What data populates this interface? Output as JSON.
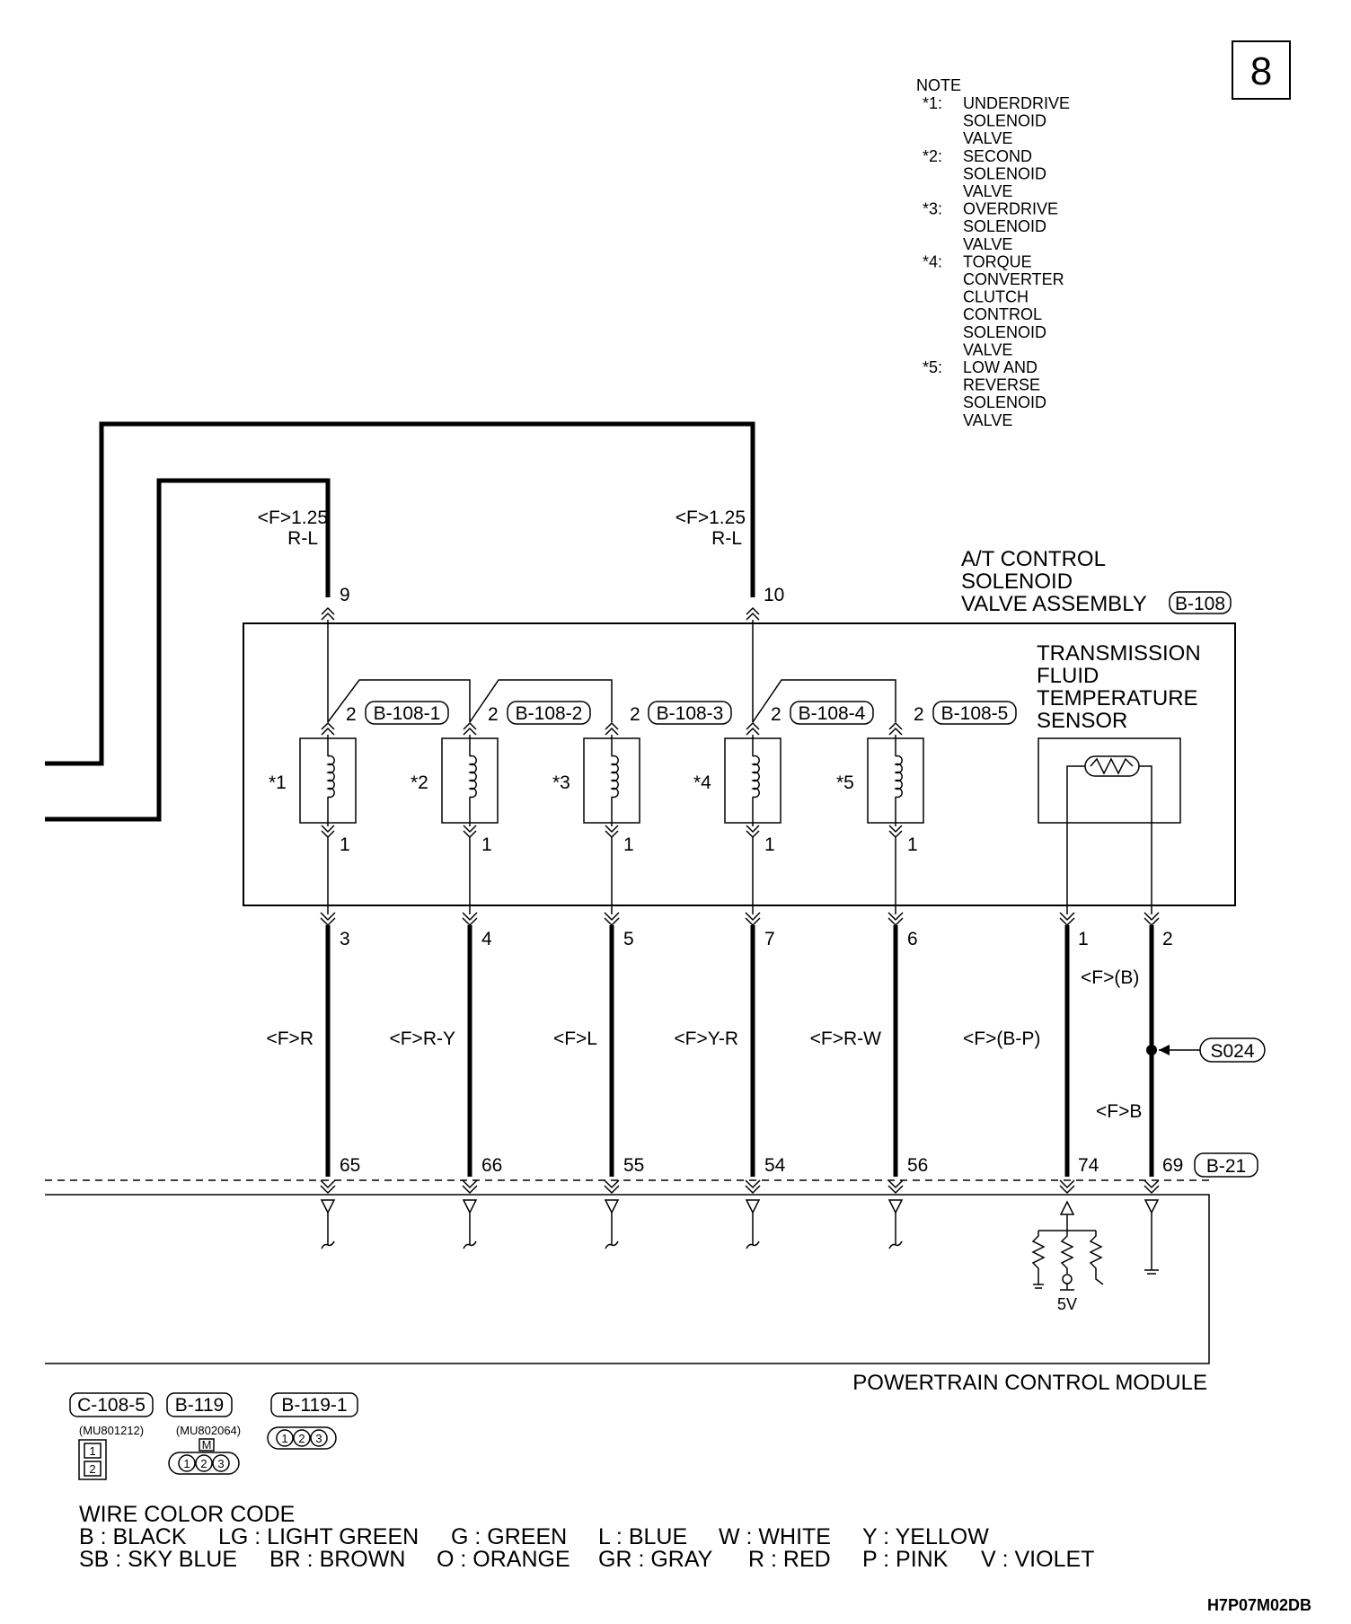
{
  "page_number": "8",
  "note": {
    "title": "NOTE",
    "items": [
      {
        "mark": "*1:",
        "lines": [
          "UNDERDRIVE",
          "SOLENOID",
          "VALVE"
        ]
      },
      {
        "mark": "*2:",
        "lines": [
          "SECOND",
          "SOLENOID",
          "VALVE"
        ]
      },
      {
        "mark": "*3:",
        "lines": [
          "OVERDRIVE",
          "SOLENOID",
          "VALVE"
        ]
      },
      {
        "mark": "*4:",
        "lines": [
          "TORQUE",
          "CONVERTER",
          "CLUTCH",
          "CONTROL",
          "SOLENOID",
          "VALVE"
        ]
      },
      {
        "mark": "*5:",
        "lines": [
          "LOW AND",
          "REVERSE",
          "SOLENOID",
          "VALVE"
        ]
      }
    ]
  },
  "assembly": {
    "title_lines": [
      "A/T CONTROL",
      "SOLENOID",
      "VALVE ASSEMBLY"
    ],
    "connector": "B-108"
  },
  "power_inputs": [
    {
      "wire_line1": "<F>1.25",
      "wire_line2": "R-L",
      "pin": "9"
    },
    {
      "wire_line1": "<F>1.25",
      "wire_line2": "R-L",
      "pin": "10"
    }
  ],
  "solenoids": [
    {
      "mark": "*1",
      "connector": "B-108-1",
      "top_pin": "2",
      "bottom_pin": "1",
      "assy_pin": "3",
      "wire": "<F>R",
      "pcm_pin": "65"
    },
    {
      "mark": "*2",
      "connector": "B-108-2",
      "top_pin": "2",
      "bottom_pin": "1",
      "assy_pin": "4",
      "wire": "<F>R-Y",
      "pcm_pin": "66"
    },
    {
      "mark": "*3",
      "connector": "B-108-3",
      "top_pin": "2",
      "bottom_pin": "1",
      "assy_pin": "5",
      "wire": "<F>L",
      "pcm_pin": "55"
    },
    {
      "mark": "*4",
      "connector": "B-108-4",
      "top_pin": "2",
      "bottom_pin": "1",
      "assy_pin": "7",
      "wire": "<F>Y-R",
      "pcm_pin": "54"
    },
    {
      "mark": "*5",
      "connector": "B-108-5",
      "top_pin": "2",
      "bottom_pin": "1",
      "assy_pin": "6",
      "wire": "<F>R-W",
      "pcm_pin": "56"
    }
  ],
  "temp_sensor": {
    "title_lines": [
      "TRANSMISSION",
      "FLUID",
      "TEMPERATURE",
      "SENSOR"
    ],
    "pin1": "1",
    "pin2": "2",
    "wire1": "<F>(B-P)",
    "wire2_upper": "<F>(B)",
    "wire2_lower": "<F>B",
    "splice": "S024",
    "pcm_pin1": "74",
    "pcm_pin2": "69",
    "pcm_connector": "B-21",
    "supply": "5V"
  },
  "pcm": {
    "label": "POWERTRAIN CONTROL MODULE"
  },
  "connector_legend": [
    {
      "name": "C-108-5",
      "part": "(MU801212)",
      "pins": [
        "1",
        "2"
      ]
    },
    {
      "name": "B-119",
      "part": "(MU802064)",
      "mark": "M",
      "pins": [
        "1",
        "2",
        "3"
      ]
    },
    {
      "name": "B-119-1",
      "pins": [
        "1",
        "2",
        "3"
      ]
    }
  ],
  "wire_color_code": {
    "title": "WIRE COLOR CODE",
    "row1": [
      "B : BLACK",
      "LG : LIGHT GREEN",
      "G : GREEN",
      "L : BLUE",
      "W : WHITE",
      "Y : YELLOW"
    ],
    "row2": [
      "SB : SKY BLUE",
      "BR : BROWN",
      "O : ORANGE",
      "GR : GRAY",
      "R : RED",
      "P : PINK",
      "V : VIOLET"
    ]
  },
  "figure_code": "H7P07M02DB"
}
